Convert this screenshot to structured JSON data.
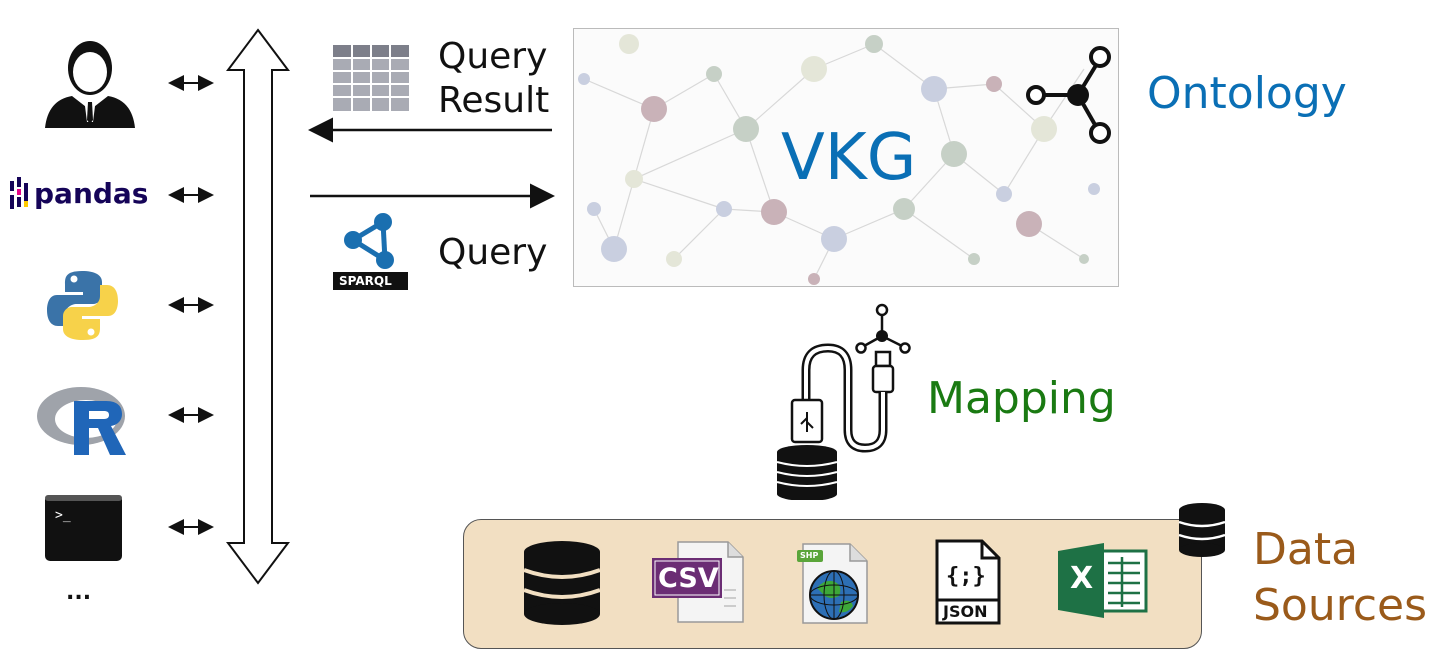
{
  "query_result": {
    "line1": "Query",
    "line2": "Result"
  },
  "query": {
    "label": "Query"
  },
  "sparql": {
    "badge": "SPARQL"
  },
  "vkg": {
    "label": "VKG"
  },
  "ontology": {
    "label": "Ontology"
  },
  "mapping": {
    "label": "Mapping"
  },
  "data_sources": {
    "line1": "Data",
    "line2": "Sources"
  },
  "clients": {
    "pandas": "pandas",
    "r": "R",
    "more": "..."
  },
  "formats": {
    "csv": "CSV",
    "shp": "SHP",
    "json": "JSON",
    "excel": "X"
  },
  "colors": {
    "ontology": "#0a6fb5",
    "mapping": "#1a7a12",
    "data_sources": "#9a5a1a",
    "vkg": "#0a6fb5",
    "ds_fill": "#f2dfc2"
  }
}
